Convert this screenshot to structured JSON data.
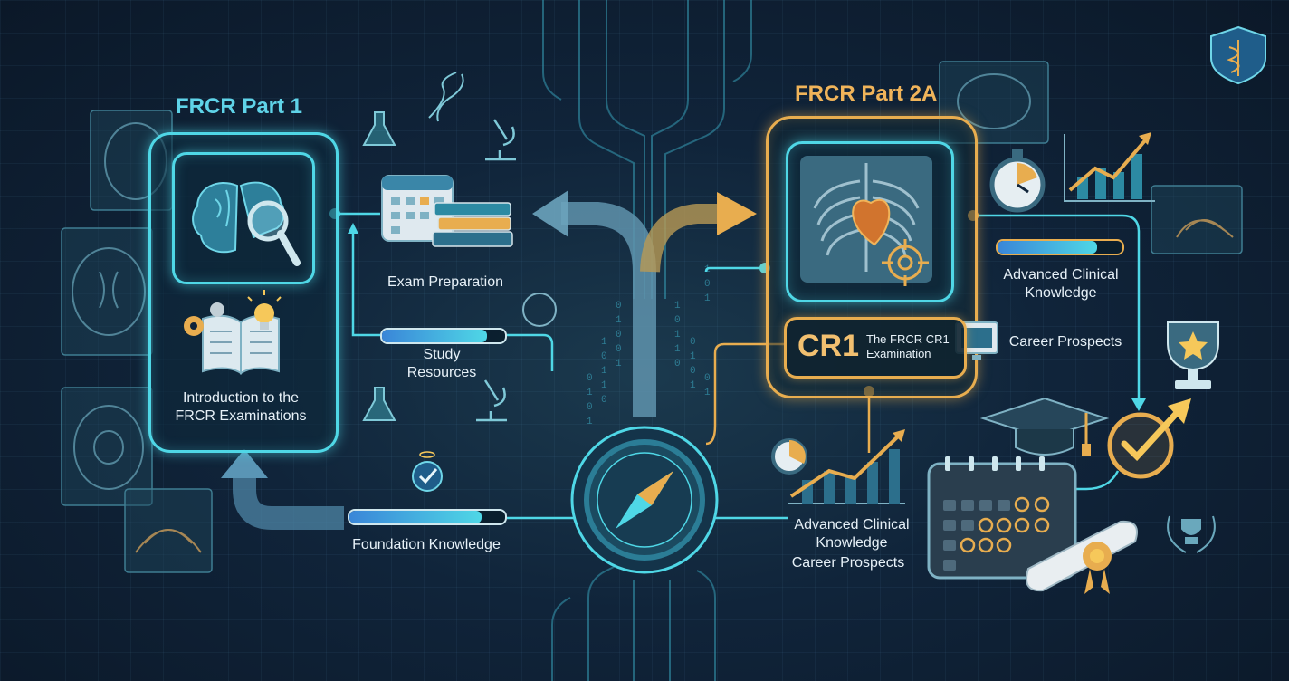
{
  "part1": {
    "title": "FRCR Part 1",
    "card_label": "Introduction to the FRCR Examinations"
  },
  "part2a": {
    "title": "FRCR Part 2A",
    "cr1_code": "CR1",
    "cr1_text": "The FRCR CR1 Examination"
  },
  "labels": {
    "exam_preparation": "Exam Preparation",
    "study_resources": "Study Resources",
    "foundation_knowledge": "Foundation Knowledge",
    "advanced_right": "Advanced Clinical Knowledge",
    "career_right": "Career Prospects",
    "advanced_bottom": "Advanced Clinical Knowledge",
    "career_bottom": "Career Prospects"
  },
  "progress": {
    "study_resources": 0.85,
    "foundation_knowledge": 0.85,
    "advanced_clinical": 0.8
  },
  "colors": {
    "cyan": "#4fd7e6",
    "gold": "#e8ad4f",
    "background": "#10243a"
  },
  "icons": [
    "brain-icon",
    "magnifier-icon",
    "open-book-icon",
    "gears-icon",
    "lightbulb-icon",
    "calendar-icon",
    "books-icon",
    "flask-icon",
    "dna-icon",
    "microscope-icon",
    "compass-icon",
    "chest-xray-icon",
    "heart-icon",
    "target-icon",
    "stopwatch-icon",
    "growth-chart-icon",
    "trophy-icon",
    "graduation-cap-icon",
    "diploma-icon",
    "checkmark-icon",
    "shield-caduceus-icon",
    "laurel-trophy-icon",
    "monitor-icon",
    "ultrasound-icon"
  ]
}
